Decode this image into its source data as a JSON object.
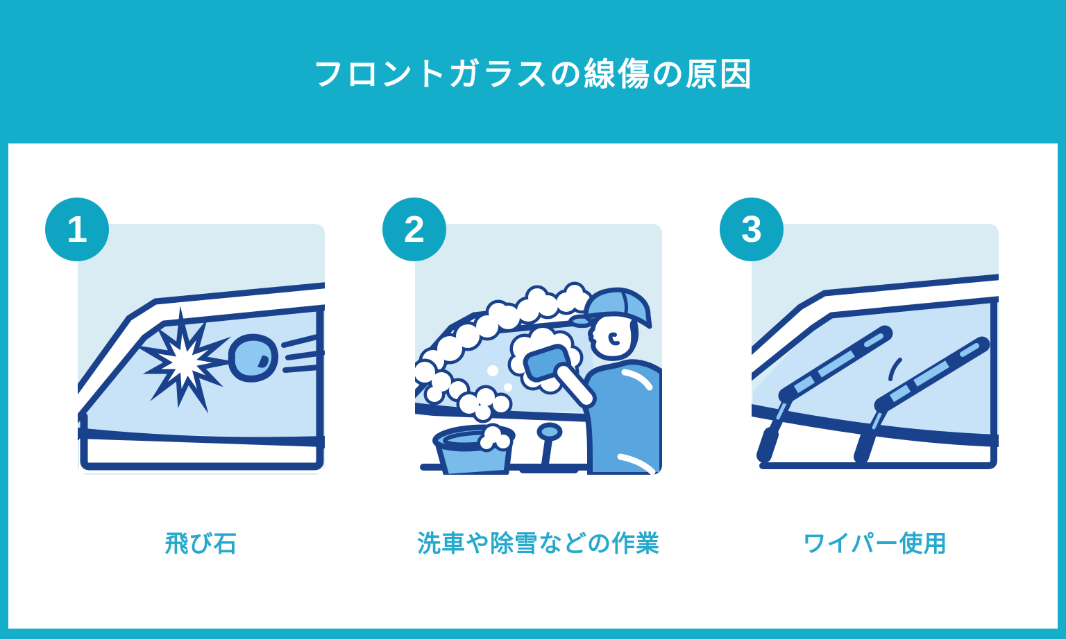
{
  "title": "フロントガラスの線傷の原因",
  "items": [
    {
      "number": "1",
      "caption": "飛び石",
      "illustration": "stone-chip-hitting-car-window"
    },
    {
      "number": "2",
      "caption": "洗車や除雪などの作業",
      "illustration": "person-washing-windshield-with-sponge"
    },
    {
      "number": "3",
      "caption": "ワイパー使用",
      "illustration": "windshield-wipers-on-glass"
    }
  ],
  "palette": {
    "background_cyan": "#14AECB",
    "badge_circle": "#0FA5C2",
    "card_white": "#FFFFFF",
    "panel_lightblue": "#D9ECF4",
    "outline_navy": "#1A428C",
    "glass_blue": "#C8E3F8",
    "medium_blue": "#58A5E0",
    "pale_blue": "#8CC8F2",
    "caption_cyan": "#26A9CD",
    "title_white": "#FFFFFF"
  }
}
